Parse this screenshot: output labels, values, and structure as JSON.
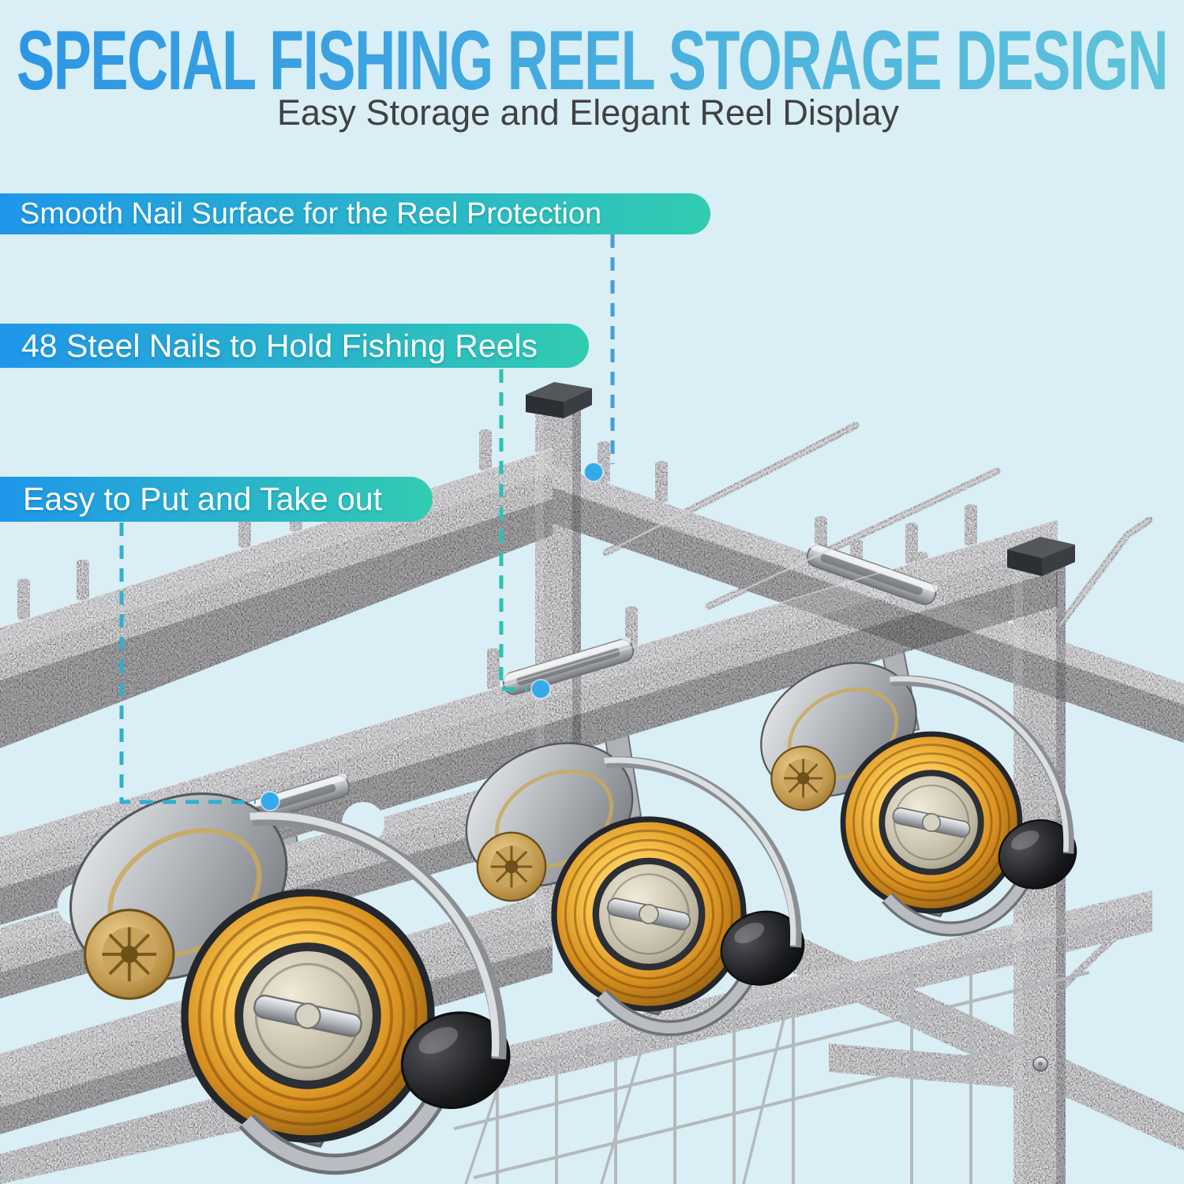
{
  "background_color": "#d9eef5",
  "title": {
    "text": "SPECIAL FISHING REEL STORAGE DESIGN",
    "gradient_start": "#2d96e4",
    "gradient_end": "#5fc3da"
  },
  "subtitle": {
    "text": "Easy Storage and Elegant Reel Display",
    "color": "#414144"
  },
  "callouts": [
    {
      "label": "Smooth Nail Surface for the Reel Protection"
    },
    {
      "label": "48 Steel Nails to Hold Fishing Reels"
    },
    {
      "label": "Easy to Put and Take out"
    }
  ],
  "callout_style": {
    "gradient_start": "#1f96ea",
    "gradient_end": "#31ccb1",
    "text_color": "#ffffff"
  },
  "leader_lines": {
    "dot_color": "#36a9ea",
    "line_colors": [
      "#459fd6",
      "#2ec0b4",
      "#34aecc"
    ]
  },
  "illustration": {
    "metal_color": "#9a9da1",
    "spool_gold": "#e8a62e",
    "reel_count": "3"
  }
}
